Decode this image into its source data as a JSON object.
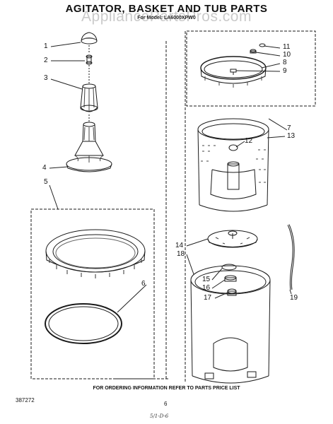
{
  "header": {
    "title": "AGITATOR, BASKET AND TUB PARTS",
    "subtitle": "For Model: LA6000XPW0",
    "watermark": "AppliancePartsPros.com"
  },
  "callouts": [
    "1",
    "2",
    "3",
    "4",
    "5",
    "6",
    "7",
    "8",
    "9",
    "10",
    "11",
    "12",
    "13",
    "14",
    "15",
    "16",
    "17",
    "18",
    "19"
  ],
  "footer": {
    "ordering_note": "FOR ORDERING INFORMATION REFER TO PARTS PRICE LIST",
    "doc_number": "387272",
    "page_number": "6",
    "handwritten_note": "5/1-D-6"
  }
}
